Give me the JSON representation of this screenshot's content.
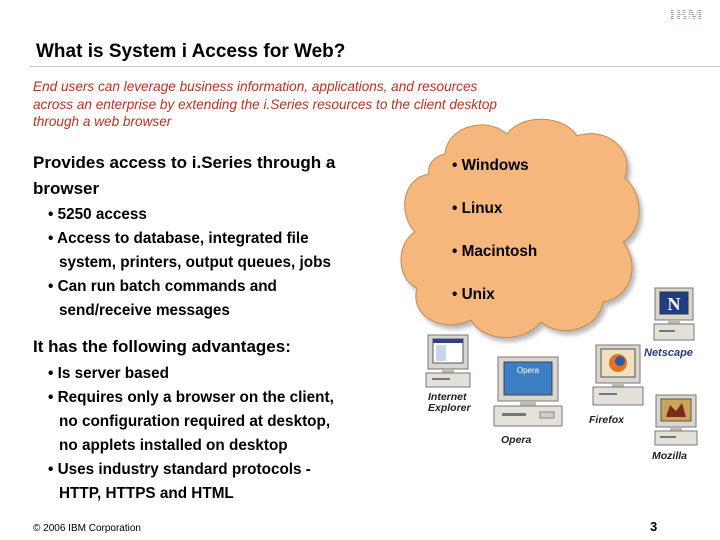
{
  "brand": {
    "logo_text": "IBM"
  },
  "title": "What is System i Access for Web?",
  "intro": [
    "End users can leverage business information, applications, and resources",
    "across an enterprise by extending the i.Series resources to the client desktop",
    "through a web browser"
  ],
  "section1": {
    "heading_lines": [
      "Provides access to i.Series through a",
      "browser"
    ],
    "items": [
      {
        "lines": [
          "• 5250 access"
        ]
      },
      {
        "lines": [
          "• Access to database, integrated file",
          "system, printers, output queues, jobs"
        ]
      },
      {
        "lines": [
          "• Can run batch commands and",
          "send/receive messages"
        ]
      }
    ]
  },
  "section2": {
    "heading": "It has the following advantages:",
    "items": [
      {
        "lines": [
          "• Is server based"
        ]
      },
      {
        "lines": [
          "• Requires only a browser on the client,",
          "no configuration required at desktop,",
          "no applets installed on desktop"
        ]
      },
      {
        "lines": [
          "• Uses industry standard protocols -",
          "HTTP, HTTPS and HTML"
        ]
      }
    ]
  },
  "cloud": {
    "color": "#f5b77b",
    "items": [
      "• Windows",
      "• Linux",
      "• Macintosh",
      "• Unix"
    ]
  },
  "browsers": {
    "internet_explorer": [
      "Internet",
      "Explorer"
    ],
    "opera_screen": "Opera",
    "opera": "Opera",
    "firefox": "Firefox",
    "netscape": "Netscape",
    "mozilla": "Mozilla",
    "netscape_logo_letter": "N"
  },
  "footer": {
    "copyright": "© 2006 IBM Corporation",
    "page_number": "3"
  }
}
